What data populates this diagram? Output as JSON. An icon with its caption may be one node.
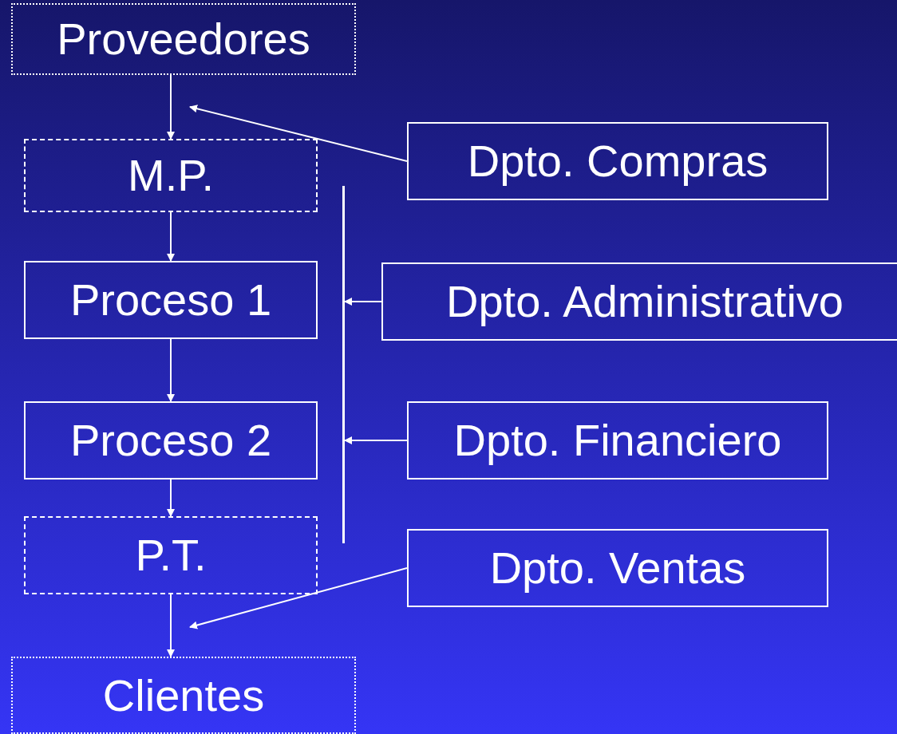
{
  "diagram": {
    "nodes": [
      {
        "text": [
          "Proveedores"
        ]
      },
      {
        "text": [
          "M.P."
        ]
      },
      {
        "text": [
          "Proceso 1"
        ]
      },
      {
        "text": [
          "Proceso 2"
        ]
      },
      {
        "text": [
          "P.T."
        ]
      },
      {
        "text": [
          "Clientes"
        ]
      },
      {
        "text": [
          "Dpto. Compras"
        ]
      },
      {
        "text": [
          "Dpto. Administrativo"
        ]
      },
      {
        "text": [
          "Dpto. Financiero"
        ]
      },
      {
        "text": [
          "Dpto. Ventas"
        ]
      },
      {
        "text": [],
        "shape": "bar"
      }
    ],
    "edges": [
      {
        "from": 0,
        "to": 1,
        "arrow": "to"
      },
      {
        "from": 1,
        "to": 2,
        "arrow": "to"
      },
      {
        "from": 2,
        "to": 3,
        "arrow": "to"
      },
      {
        "from": 3,
        "to": 4,
        "arrow": "to"
      },
      {
        "from": 4,
        "to": 5,
        "arrow": "to"
      },
      {
        "from": 6,
        "to": null,
        "arrow": "to"
      },
      {
        "from": 7,
        "to": 10,
        "arrow": "to"
      },
      {
        "from": 8,
        "to": 10,
        "arrow": "to"
      },
      {
        "from": 9,
        "to": null,
        "arrow": "to"
      }
    ]
  }
}
